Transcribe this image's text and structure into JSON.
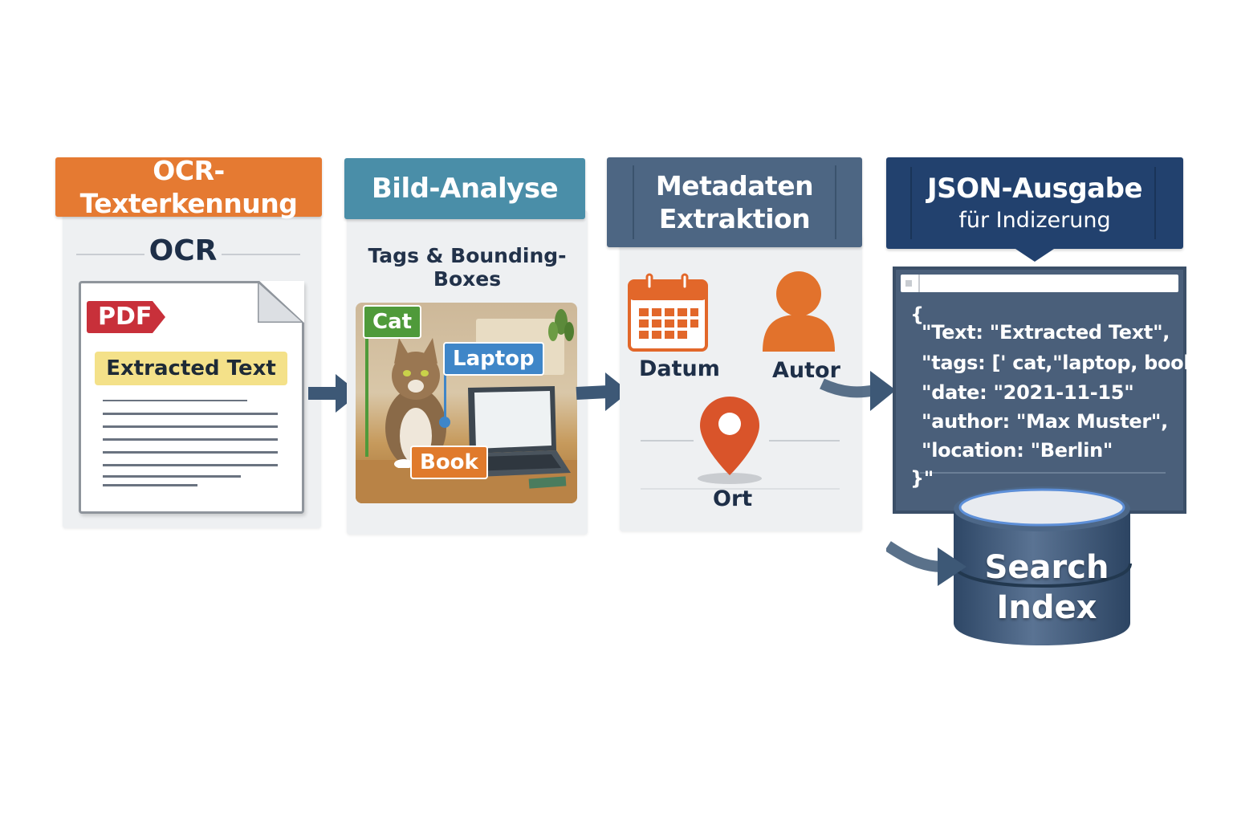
{
  "steps": [
    {
      "title": "OCR-Texterkennung",
      "color": "#e57a32",
      "subtitle": "OCR",
      "doc_badge": "PDF",
      "highlight": "Extracted Text",
      "doc_icon": "document-icon"
    },
    {
      "title": "Bild-Analyse",
      "color": "#4a8ea8",
      "subtitle": "Tags & Bounding-Boxes",
      "tags": [
        "Cat",
        "Laptop",
        "Book"
      ],
      "tag_colors": [
        "#4f9a3a",
        "#3f86c8",
        "#e07a2c"
      ]
    },
    {
      "title_line1": "Metadaten",
      "title_line2": "Extraktion",
      "color": "#4d6683",
      "items": [
        "Datum",
        "Autor",
        "Ort"
      ],
      "icons": [
        "calendar-icon",
        "person-icon",
        "location-pin-icon"
      ]
    },
    {
      "title_line1": "JSON-Ausgabe",
      "title_line2": "für Indizerung",
      "color": "#22416e",
      "json_lines": [
        "{",
        "\"Text: \"Extracted Text\",",
        "\"tags: [' cat,\"laptop, book\"],",
        "\"date: \"2021-11-15\"",
        "\"author: \"Max Muster\",",
        "\"location: \"Berlin\"",
        "}\""
      ],
      "db_line1": "Search",
      "db_line2": "Index",
      "db_icon": "database-icon"
    }
  ],
  "arrow_color": "#3d5876"
}
